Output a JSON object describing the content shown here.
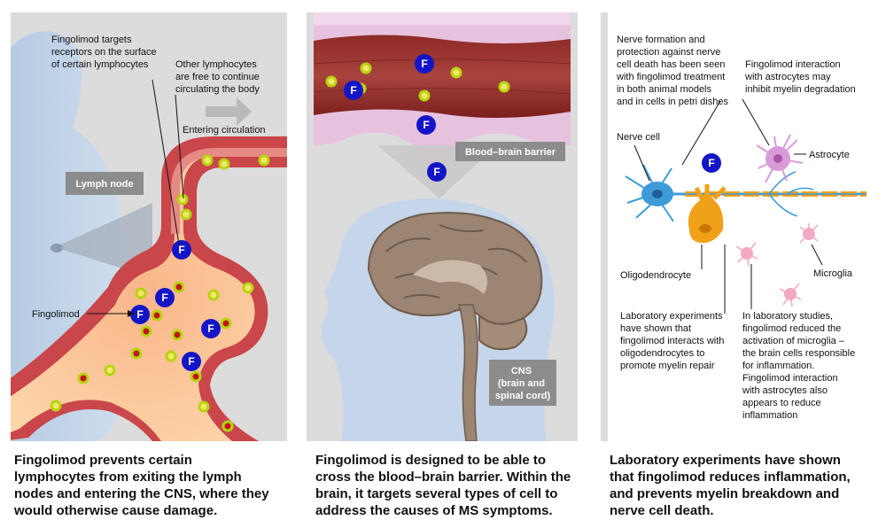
{
  "panel1": {
    "targets_label": [
      "Fingolimod targets",
      "receptors on the surface",
      "of certain lymphocytes"
    ],
    "other_label": [
      "Other lymphocytes",
      "are free to continue",
      "circulating the body"
    ],
    "entering_label": "Entering circulation",
    "lymph_node_label": "Lymph node",
    "fingolimod_label": "Fingolimod",
    "drug_symbol": "F",
    "caption": [
      "Fingolimod prevents certain",
      "lymphocytes from exiting the lymph",
      "nodes and entering the CNS, where they",
      "would otherwise cause damage."
    ]
  },
  "panel2": {
    "bbb_label": "Blood–brain barrier",
    "cns_label": [
      "CNS",
      "(brain and",
      "spinal cord)"
    ],
    "drug_symbol": "F",
    "caption": [
      "Fingolimod is designed to be able to",
      "cross the blood–brain barrier. Within the",
      "brain, it targets several types of cell to",
      "address the causes of MS symptoms."
    ]
  },
  "panel3": {
    "nerve_formation_label": [
      "Nerve formation and",
      "protection against nerve",
      "cell death has been seen",
      "with fingolimod treatment",
      "in both animal models",
      "and in cells in petri dishes"
    ],
    "astro_interaction_label": [
      "Fingolimod interaction",
      "with astrocytes may",
      "inhibit myelin degradation"
    ],
    "nerve_cell_label": "Nerve cell",
    "astrocyte_label": "Astrocyte",
    "oligodendrocyte_label": "Oligodendrocyte",
    "microglia_label": "Microglia",
    "lab_oligo_label": [
      "Laboratory experiments",
      "have shown that",
      "fingolimod interacts with",
      "oligodendrocytes to",
      "promote myelin repair"
    ],
    "lab_microglia_label": [
      "In laboratory studies,",
      "fingolimod reduced the",
      "activation of microglia –",
      "the brain cells responsible",
      "for inflammation.",
      "Fingolimod interaction",
      "with astrocytes also",
      "appears to reduce",
      "inflammation"
    ],
    "drug_symbol": "F",
    "caption": [
      "Laboratory experiments have shown",
      "that fingolimod reduces inflammation,",
      "and prevents myelin breakdown and",
      "nerve cell death."
    ]
  },
  "colors": {
    "panel_bg": "#dcdcdc",
    "vessel_outer": "#c9464b",
    "vessel_inner": "#f9c58e",
    "drug_blue": "#1515c8",
    "lymph_green": "#b7d40f",
    "lymph_red_core": "#c1171a",
    "brain": "#9c8573",
    "head_blue": "#c6d6ea",
    "nerve_blue": "#3e9bd8",
    "oligo_orange": "#f0a11a",
    "astro_purple": "#d89bd8",
    "microglia_pink": "#f3a8c3"
  }
}
